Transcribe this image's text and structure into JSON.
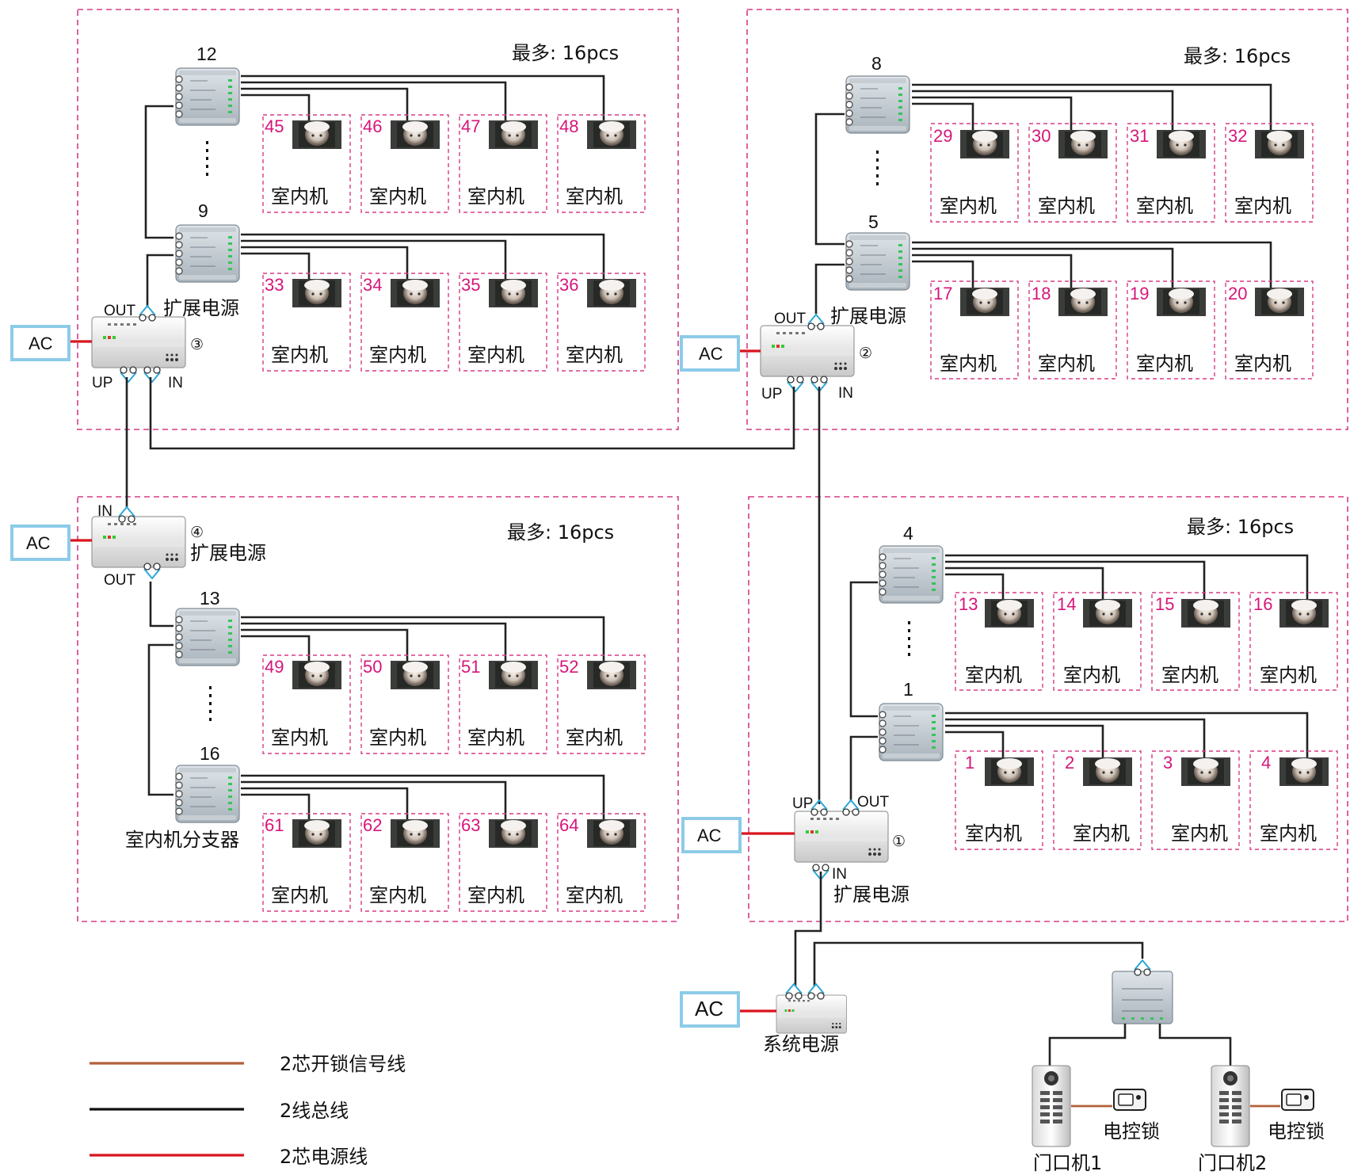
{
  "max_label": "最多: 16pcs",
  "indoor_label": "室内机",
  "ext_power_label": "扩展电源",
  "splitter_label": "室内机分支器",
  "system_power_label": "系统电源",
  "lock_label": "电控锁",
  "ac_label": "AC",
  "ports": {
    "out": "OUT",
    "in": "IN",
    "up": "UP"
  },
  "power_ids": [
    "①",
    "②",
    "③",
    "④"
  ],
  "zones": [
    {
      "id": "z3",
      "top_splitter": "12",
      "bottom_splitter": "9",
      "top_row": [
        "45",
        "46",
        "47",
        "48"
      ],
      "bottom_row": [
        "33",
        "34",
        "35",
        "36"
      ],
      "power_id": "③"
    },
    {
      "id": "z2",
      "top_splitter": "8",
      "bottom_splitter": "5",
      "top_row": [
        "29",
        "30",
        "31",
        "32"
      ],
      "bottom_row": [
        "17",
        "18",
        "19",
        "20"
      ],
      "power_id": "②"
    },
    {
      "id": "z4",
      "top_splitter": "13",
      "bottom_splitter": "16",
      "top_row": [
        "49",
        "50",
        "51",
        "52"
      ],
      "bottom_row": [
        "61",
        "62",
        "63",
        "64"
      ],
      "power_id": "④"
    },
    {
      "id": "z1",
      "top_splitter": "4",
      "bottom_splitter": "1",
      "top_row": [
        "13",
        "14",
        "15",
        "16"
      ],
      "bottom_row": [
        "1",
        "2",
        "3",
        "4"
      ],
      "power_id": "①"
    }
  ],
  "door_stations": [
    "门口机1",
    "门口机2"
  ],
  "legend": [
    {
      "label": "2芯开锁信号线",
      "color": "#b3603a"
    },
    {
      "label": "2线总线",
      "color": "#111111"
    },
    {
      "label": "2芯电源线",
      "color": "#d9141e"
    }
  ]
}
